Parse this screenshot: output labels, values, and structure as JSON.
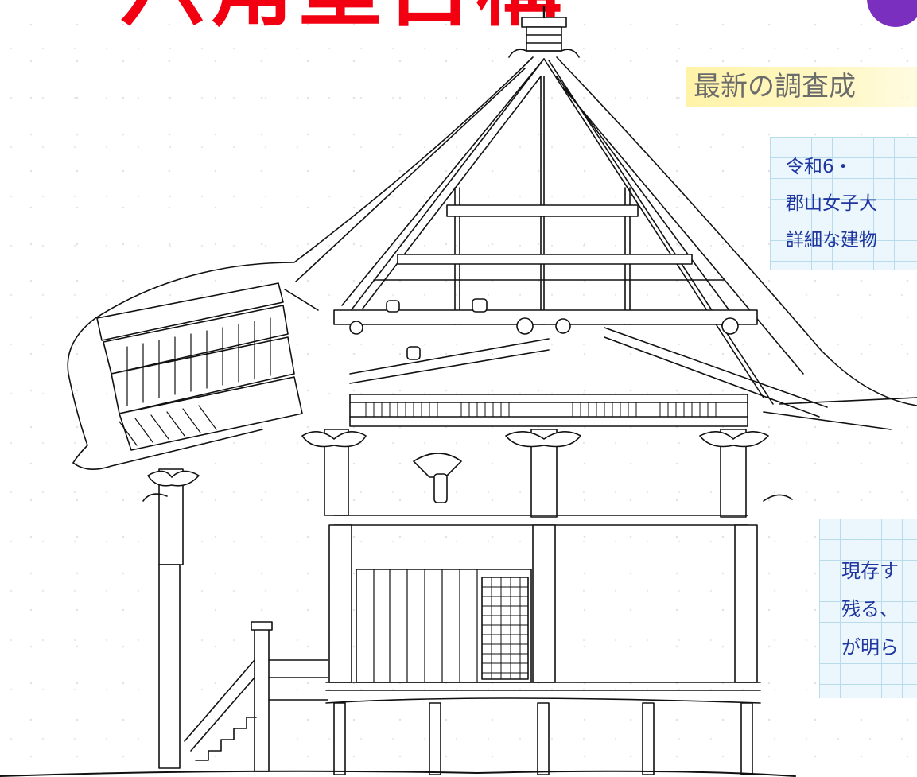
{
  "title": {
    "text": "六角堂古構"
  },
  "subtitle": {
    "text": "最新の調査成"
  },
  "panel_top": {
    "lines": [
      "令和6・",
      "郡山女子大",
      "詳細な建物"
    ]
  },
  "panel_bottom": {
    "lines": [
      "現存す",
      "残る、",
      "が明ら"
    ]
  },
  "drawing": {
    "subject": "hexagonal-pavilion-section-drawing"
  },
  "colors": {
    "title": "#f20012",
    "title_badge": "#7a2fbf",
    "subtitle_bg": "#fff3a8",
    "subtitle_text": "#6b6b6b",
    "panel_text": "#1f35a0",
    "panel_grid": "#b9dcea",
    "line_art": "#111111"
  }
}
